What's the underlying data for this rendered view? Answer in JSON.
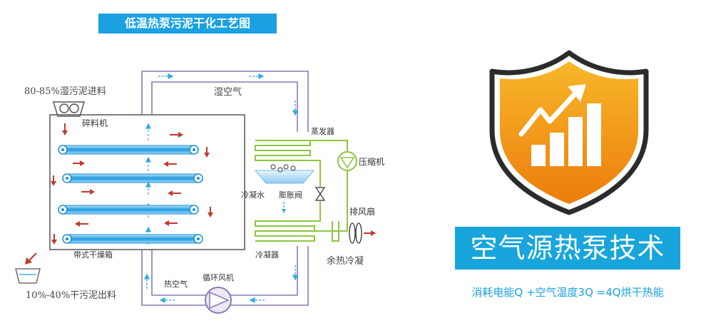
{
  "title": "低温热泵污泥干化工艺图",
  "labels": {
    "wet_sludge_in": "80-85%湿污泥进料",
    "crusher": "碎料机",
    "humid_air": "湿空气",
    "evaporator": "蒸发器",
    "compressor": "压缩机",
    "condensed_water": "冷凝水",
    "expansion_valve": "膨胀阀",
    "exhaust_fan": "排风扇",
    "condenser": "冷凝器",
    "waste_heat": "余热冷凝",
    "belt_dryer": "带式干燥箱",
    "hot_air": "热空气",
    "circulation_fan": "循环风机",
    "dry_sludge_out": "10%-40%干污泥出料"
  },
  "technology": {
    "name": "空气源热泵技术",
    "formula": "消耗电能Q +空气温度3Q =4Q烘干热能"
  },
  "colors": {
    "banner": "#1ba1e2",
    "air_loop": "#8a79b8",
    "refrigerant_loop": "#8cc641",
    "belt": "#1e9be0",
    "arrow": "#c0392b",
    "shield_orange": "#f39c12"
  },
  "icons": [
    "hopper-icon",
    "bin-icon",
    "shield-icon",
    "rising-chart-icon",
    "fan-icon",
    "compressor-icon"
  ]
}
